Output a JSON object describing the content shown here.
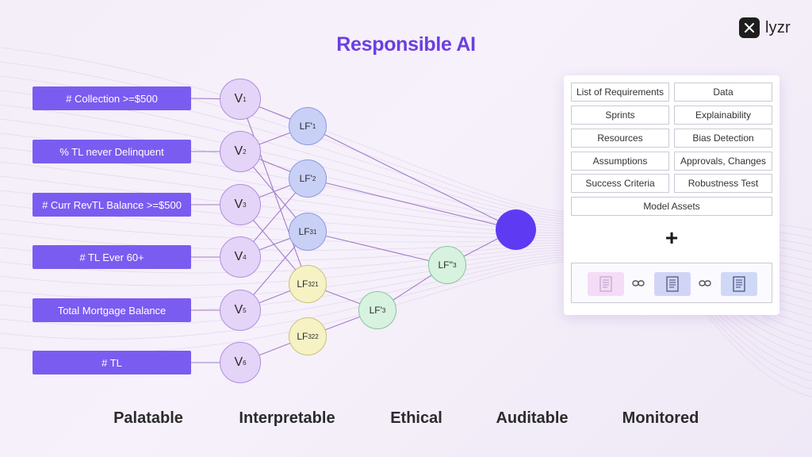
{
  "title": "Responsible AI",
  "brand": {
    "name": "lyzr"
  },
  "features": [
    "# Collection >=$500",
    "% TL never Delinquent",
    "# Curr RevTL Balance >=$500",
    "# TL Ever 60+",
    "Total Mortgage Balance",
    "# TL"
  ],
  "variable_nodes": [
    {
      "base": "V",
      "sub": "1"
    },
    {
      "base": "V",
      "sub": "2"
    },
    {
      "base": "V",
      "sub": "3"
    },
    {
      "base": "V",
      "sub": "4"
    },
    {
      "base": "V",
      "sub": "5"
    },
    {
      "base": "V",
      "sub": "6"
    }
  ],
  "lf_nodes": [
    {
      "base": "LF'",
      "sub": "1"
    },
    {
      "base": "LF'",
      "sub": "2"
    },
    {
      "base": "LF",
      "sub": "31"
    },
    {
      "base": "LF",
      "sub": "321"
    },
    {
      "base": "LF",
      "sub": "322"
    },
    {
      "base": "LF'",
      "sub": "3"
    },
    {
      "base": "LF''",
      "sub": "3"
    }
  ],
  "requirements_panel": {
    "cells": [
      "List of Requirements",
      "Data",
      "Sprints",
      "Explainability",
      "Resources",
      "Bias Detection",
      "Assumptions",
      "Approvals, Changes",
      "Success Criteria",
      "Robustness Test"
    ],
    "full_width_cell": "Model Assets",
    "plus": "+",
    "document_icons": [
      "document-icon",
      "link-icon",
      "document-icon",
      "link-icon",
      "document-icon"
    ]
  },
  "pillars": [
    "Palatable",
    "Interpretable",
    "Ethical",
    "Auditable",
    "Monitored"
  ],
  "colors": {
    "title": "#6b3fe0",
    "feature_box": "#7b5cf0",
    "variable_node": "#e4d4f7",
    "lf_blue": "#c9d0f6",
    "lf_yellow": "#f6f2c4",
    "lf_green": "#d7f2df",
    "output_node": "#5e3bf2",
    "edge": "#a47cc8"
  }
}
